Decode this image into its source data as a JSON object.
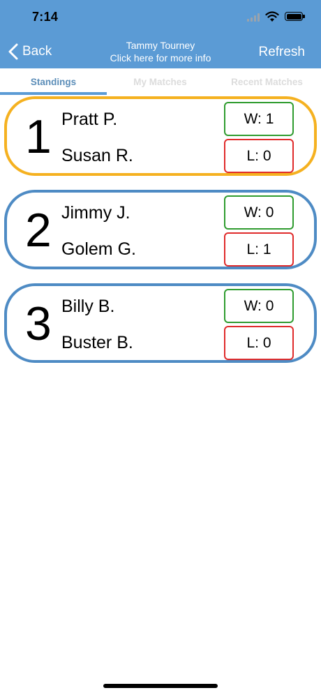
{
  "status_bar": {
    "time": "7:14",
    "icons": [
      "cellular-signal-icon",
      "wifi-icon",
      "battery-icon"
    ]
  },
  "nav": {
    "back_label": "Back",
    "title": "Tammy Tourney",
    "subtitle": "Click here for more info",
    "refresh_label": "Refresh"
  },
  "tabs": [
    {
      "label": "Standings",
      "active": true
    },
    {
      "label": "My Matches",
      "active": false
    },
    {
      "label": "Recent Matches",
      "active": false
    }
  ],
  "standings": [
    {
      "rank": "1",
      "player1": "Pratt P.",
      "player2": "Susan R.",
      "wins": "W: 1",
      "losses": "L: 0"
    },
    {
      "rank": "2",
      "player1": "Jimmy J.",
      "player2": "Golem G.",
      "wins": "W: 0",
      "losses": "L: 1"
    },
    {
      "rank": "3",
      "player1": "Billy B.",
      "player2": "Buster B.",
      "wins": "W: 0",
      "losses": "L: 0"
    }
  ],
  "colors": {
    "header": "#5B9BD5",
    "leader_border": "#F5B120",
    "card_border": "#4E8BC4",
    "win_border": "#2E9B2E",
    "loss_border": "#E02A2A"
  }
}
